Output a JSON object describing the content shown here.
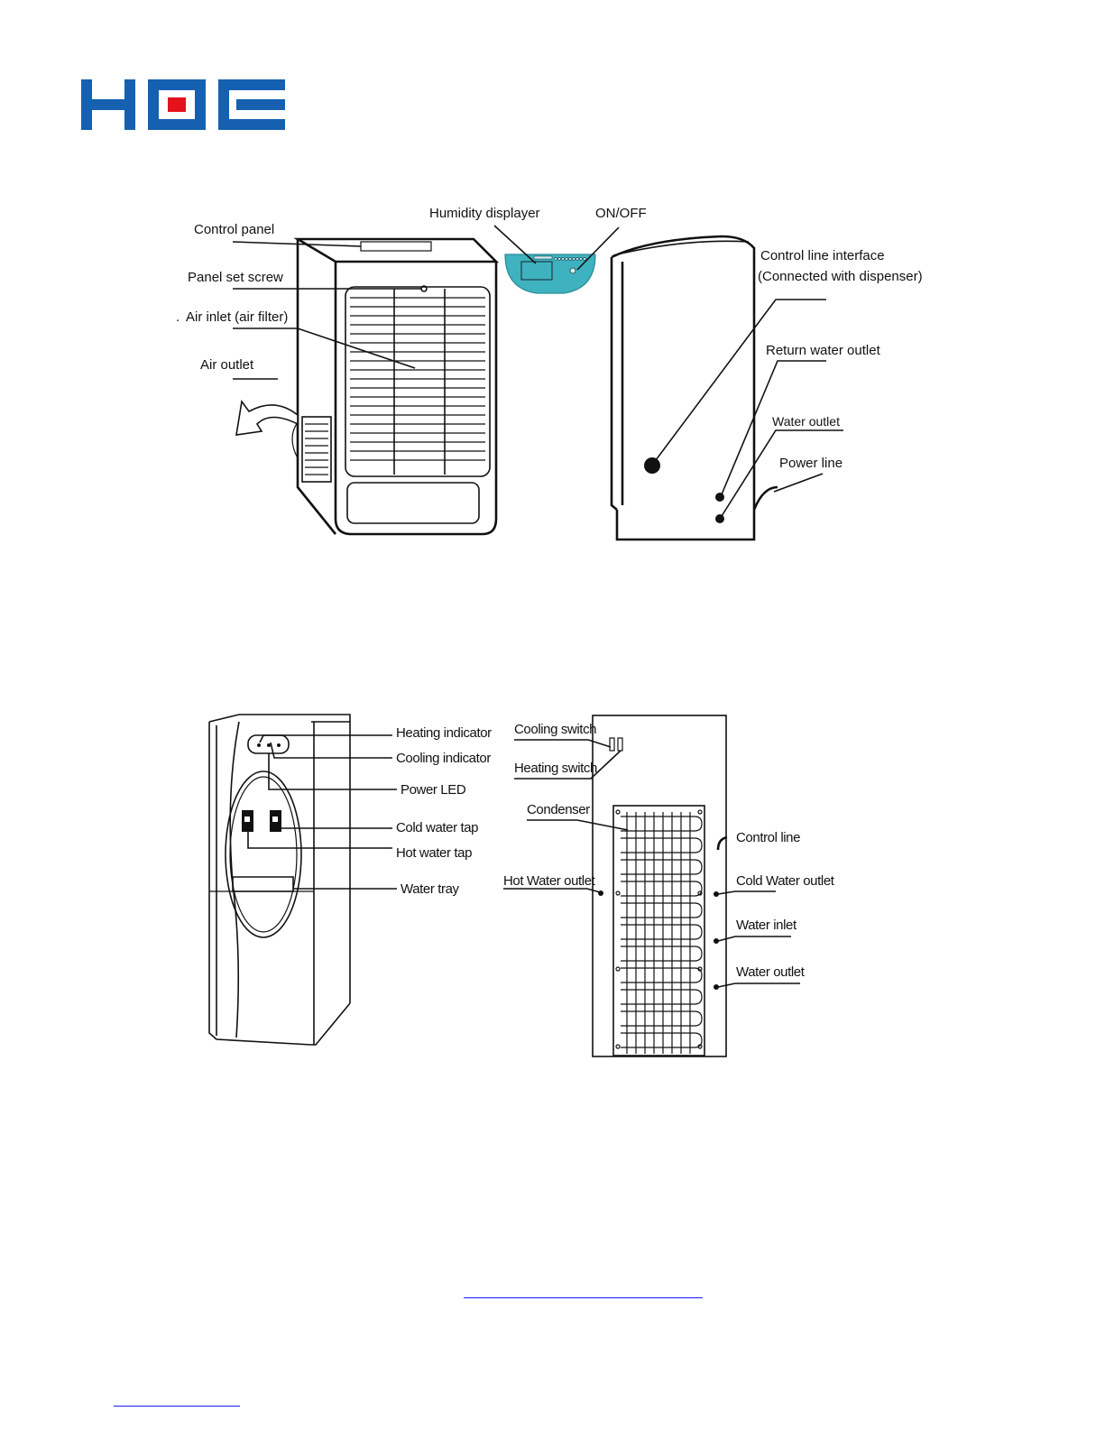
{
  "brand": {
    "logo_text": "HDE",
    "colors": {
      "blue": "#1560b0",
      "red": "#e3121b",
      "panel_teal": "#3fb2c0"
    }
  },
  "dehumidifier_front": {
    "labels": {
      "control_panel": "Control panel",
      "panel_set_screw": "Panel set screw",
      "air_inlet": "Air inlet (air filter)",
      "air_outlet": "Air outlet",
      "stray_mark": "."
    }
  },
  "control_panel_closeup": {
    "labels": {
      "humidity_displayer": "Humidity displayer",
      "on_off": "ON/OFF"
    }
  },
  "dehumidifier_side": {
    "labels": {
      "control_line_interface": "Control line interface",
      "connected_with_dispenser": "(Connected with dispenser)",
      "return_water_outlet": "Return water outlet",
      "water_outlet": "Water outlet",
      "power_line": "Power line"
    }
  },
  "dispenser_front": {
    "labels": {
      "heating_indicator": "Heating indicator",
      "cooling_indicator": "Cooling indicator",
      "power_led": "Power LED",
      "cold_water_tap": "Cold water tap",
      "hot_water_tap": "Hot water tap",
      "water_tray": "Water tray"
    }
  },
  "dispenser_back": {
    "labels": {
      "cooling_switch": "Cooling switch",
      "heating_switch": "Heating switch",
      "condenser": "Condenser",
      "hot_water_outlet": "Hot Water outlet",
      "control_line": "Control line",
      "cold_water_outlet": "Cold Water outlet",
      "water_inlet": "Water inlet",
      "water_outlet": "Water outlet"
    }
  }
}
